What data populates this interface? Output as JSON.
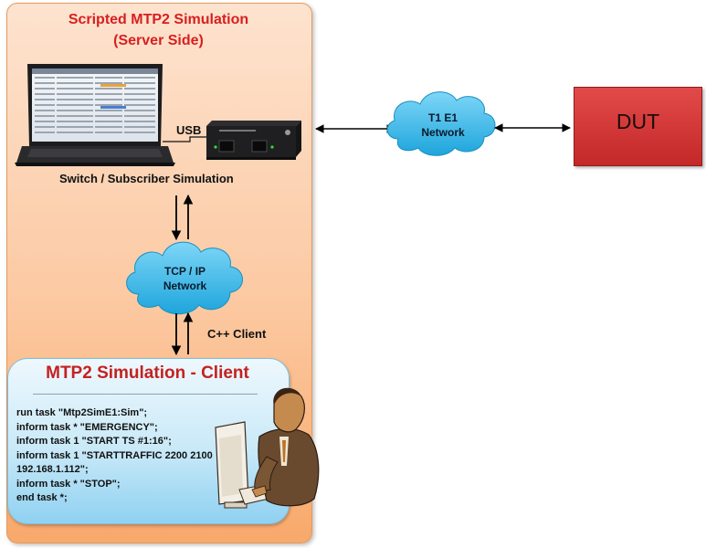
{
  "server": {
    "title_line1": "Scripted MTP2 Simulation",
    "title_line2": "(Server Side)",
    "usb_label": "USB",
    "switch_label": "Switch / Subscriber Simulation",
    "cpp_label": "C++ Client"
  },
  "clouds": {
    "tcp_line1": "TCP / IP",
    "tcp_line2": "Network",
    "t1_line1": "T1 E1",
    "t1_line2": "Network"
  },
  "dut": {
    "label": "DUT"
  },
  "client": {
    "title": "MTP2 Simulation - Client",
    "script": [
      "run task \"Mtp2SimE1:Sim\";",
      "inform task * \"EMERGENCY\";",
      "inform task 1 \"START TS #1:16\";",
      "inform task 1 \"STARTTRAFFIC 2200 2100",
      "192.168.1.112\";",
      "inform task * \"STOP\";",
      "end task *;"
    ]
  },
  "colors": {
    "server_panel": "#fcc9a2",
    "title_red": "#d81f1f",
    "cloud_blue": "#39bbe8",
    "dut_red": "#d43a3a",
    "client_panel": "#c9e9f8"
  },
  "icons": {
    "laptop": "laptop-icon",
    "device": "interface-device-icon",
    "operator": "operator-icon"
  }
}
